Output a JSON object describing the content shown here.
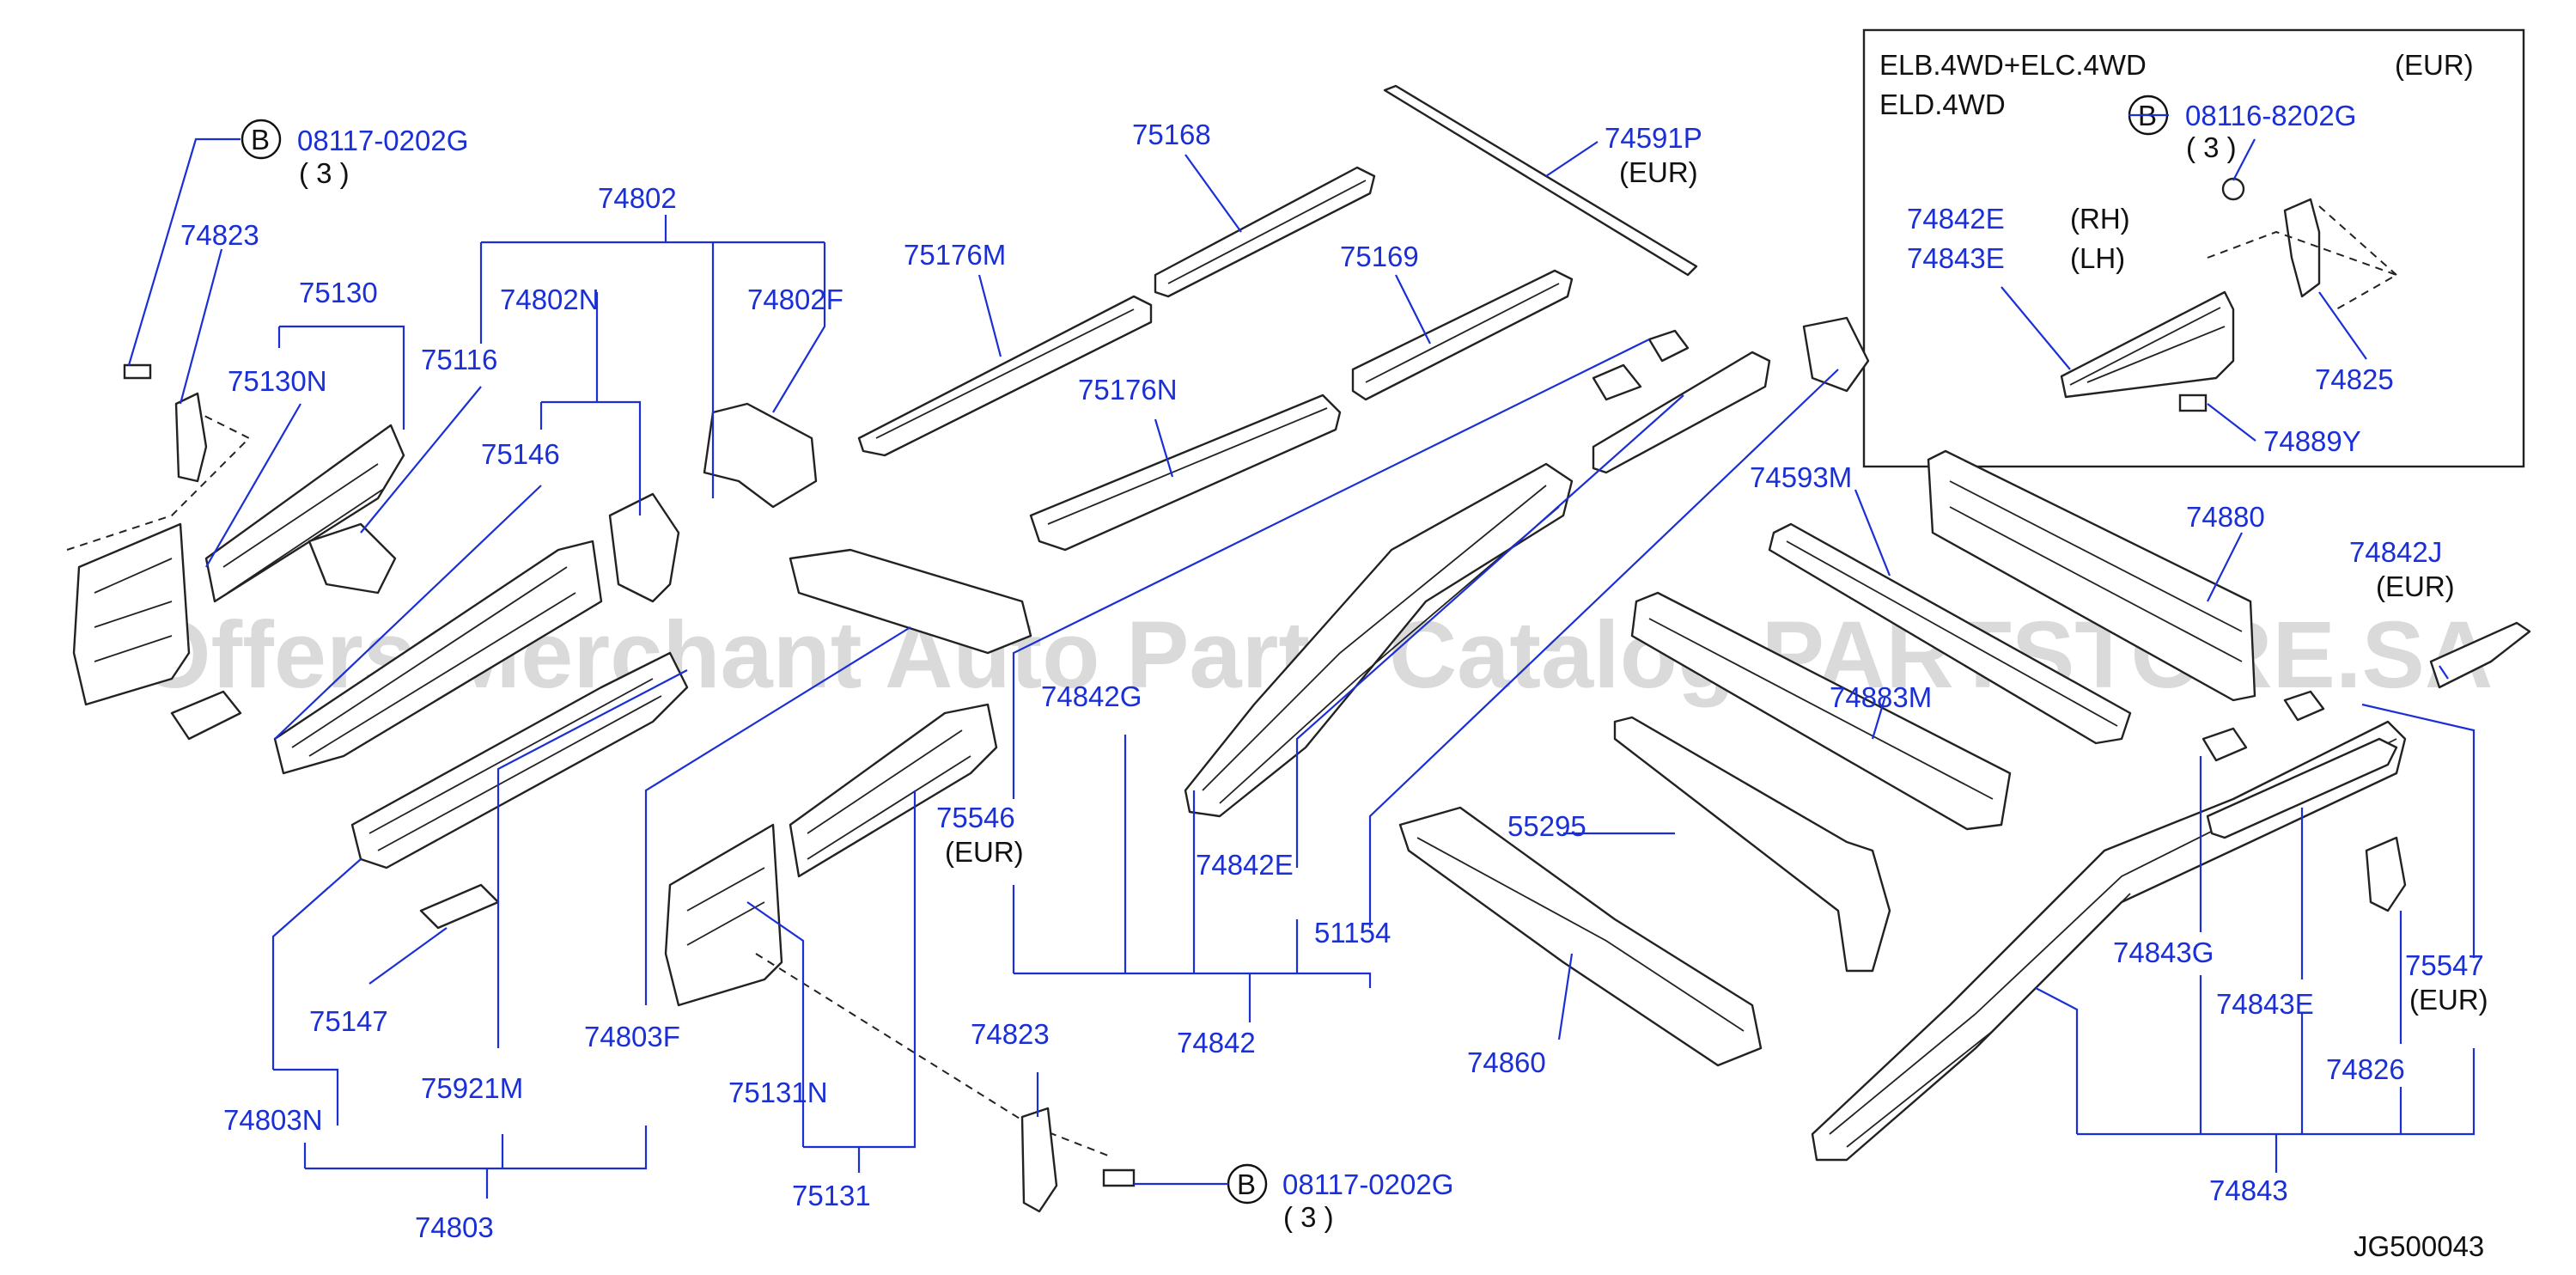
{
  "watermark": "Offers Merchant Auto Parts Catalog PARTSTORE.SA",
  "diagram_code": "JG500043",
  "inset": {
    "line1": "ELB.4WD+ELC.4WD",
    "line2": "ELD.4WD",
    "region": "(EUR)",
    "rh": "(RH)",
    "lh": "(LH)"
  },
  "labels": {
    "b1_part": "08117-0202G",
    "b1_qty": "( 3 )",
    "b2_part": "08117-0202G",
    "b2_qty": "( 3 )",
    "b3_part": "08116-8202G",
    "b3_qty": "( 3 )",
    "bolt_letter": "B",
    "p74823a": "74823",
    "p74823b": "74823",
    "p75130": "75130",
    "p75130N": "75130N",
    "p74802": "74802",
    "p74802N": "74802N",
    "p74802F": "74802F",
    "p75116": "75116",
    "p75146": "75146",
    "p75176M": "75176M",
    "p75176N": "75176N",
    "p75168": "75168",
    "p75169": "75169",
    "p74591P": "74591P",
    "eur_74591P": "(EUR)",
    "p74842E_inset": "74842E",
    "p74843E_inset": "74843E",
    "p74825": "74825",
    "p74889Y": "74889Y",
    "p74593M": "74593M",
    "p74880": "74880",
    "p74842J": "74842J",
    "eur_74842J": "(EUR)",
    "p74883M": "74883M",
    "p74842G": "74842G",
    "p75546": "75546",
    "eur_75546": "(EUR)",
    "p74842E": "74842E",
    "p51154": "51154",
    "p74842": "74842",
    "p55295": "55295",
    "p74860": "74860",
    "p75147": "75147",
    "p74803N": "74803N",
    "p75921M": "75921M",
    "p74803F": "74803F",
    "p74803": "74803",
    "p75131N": "75131N",
    "p75131": "75131",
    "p74843G": "74843G",
    "p74843E": "74843E",
    "p75547": "75547",
    "eur_75547": "(EUR)",
    "p74826": "74826",
    "p74843": "74843"
  }
}
